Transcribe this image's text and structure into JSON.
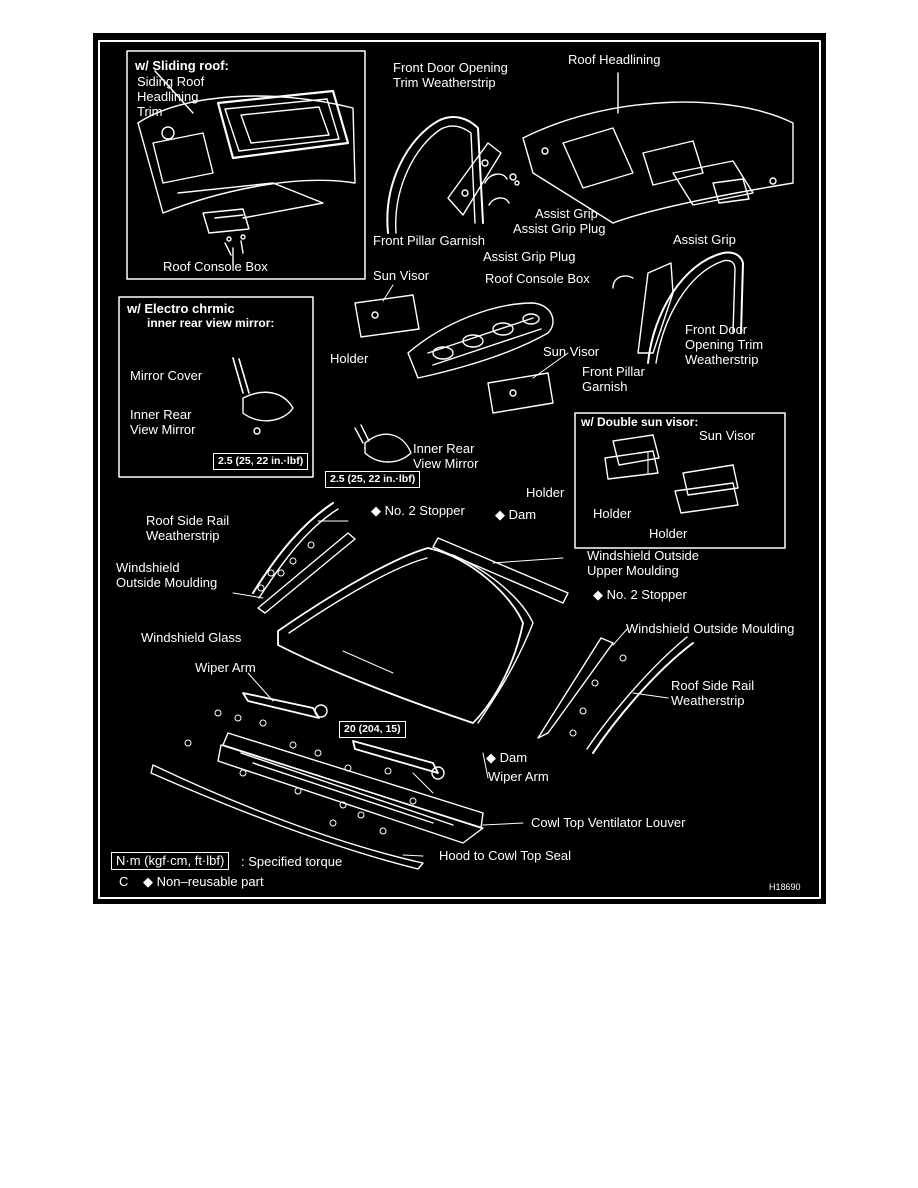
{
  "figure_id": "H18690",
  "boxes": {
    "sliding_roof": {
      "title": "w/ Sliding roof:",
      "labels": {
        "trim_1": "Siding Roof",
        "trim_2": "Headlining",
        "trim_3": "Trim",
        "console": "Roof Console Box"
      }
    },
    "electro": {
      "title_1": "w/ Electro chrmic",
      "title_2": "inner rear view mirror:",
      "labels": {
        "mirror_cover": "Mirror Cover",
        "mirror_1": "Inner Rear",
        "mirror_2": "View Mirror",
        "torque": "2.5 (25, 22 in.·lbf)"
      }
    },
    "double_visor": {
      "title": "w/ Double sun visor:",
      "labels": {
        "sun_visor": "Sun Visor",
        "holder_1": "Holder",
        "holder_2": "Holder"
      }
    }
  },
  "labels": {
    "fdo_trim_1": "Front Door Opening",
    "fdo_trim_2": "Trim Weatherstrip",
    "roof_headlining": "Roof Headlining",
    "assist_grip_top": "Assist Grip",
    "assist_grip_plug_top": "Assist Grip Plug",
    "front_pillar_garnish_left": "Front Pillar Garnish",
    "assist_grip_plug_left": "Assist Grip Plug",
    "assist_grip_right": "Assist Grip",
    "sun_visor_left": "Sun Visor",
    "roof_console_box": "Roof Console Box",
    "holder_left": "Holder",
    "sun_visor_right": "Sun Visor",
    "front_pillar_garnish_r1": "Front Pillar",
    "front_pillar_garnish_r2": "Garnish",
    "fdo_right_1": "Front Door",
    "fdo_right_2": "Opening Trim",
    "fdo_right_3": "Weatherstrip",
    "inner_rear_1": "Inner Rear",
    "inner_rear_2": "View Mirror",
    "mirror_torque": "2.5 (25, 22 in.·lbf)",
    "holder_mid": "Holder",
    "roof_side_rail_l1": "Roof Side Rail",
    "roof_side_rail_l2": "Weatherstrip",
    "no2_stopper_top": "No. 2 Stopper",
    "dam_top": "Dam",
    "ws_outside_moulding_l1": "Windshield",
    "ws_outside_moulding_l2": "Outside Moulding",
    "ws_outside_upper_1": "Windshield Outside",
    "ws_outside_upper_2": "Upper Moulding",
    "no2_stopper_right": "No. 2 Stopper",
    "windshield_glass": "Windshield Glass",
    "ws_outside_moulding_r": "Windshield Outside Moulding",
    "wiper_arm_left": "Wiper Arm",
    "wiper_torque": "20 (204, 15)",
    "roof_side_rail_r1": "Roof Side Rail",
    "roof_side_rail_r2": "Weatherstrip",
    "dam_bottom": "Dam",
    "wiper_arm_right": "Wiper Arm",
    "cowl_top": "Cowl Top Ventilator Louver",
    "hood_seal": "Hood to Cowl Top Seal"
  },
  "legend": {
    "unit": "N·m (kgf·cm, ft·lbf)",
    "unit_desc": ": Specified torque",
    "c_letter": "C",
    "non_reusable": "Non–reusable part",
    "diamond": "◆"
  },
  "colors": {
    "background": "#000000",
    "line": "#ffffff",
    "page": "#ffffff"
  }
}
